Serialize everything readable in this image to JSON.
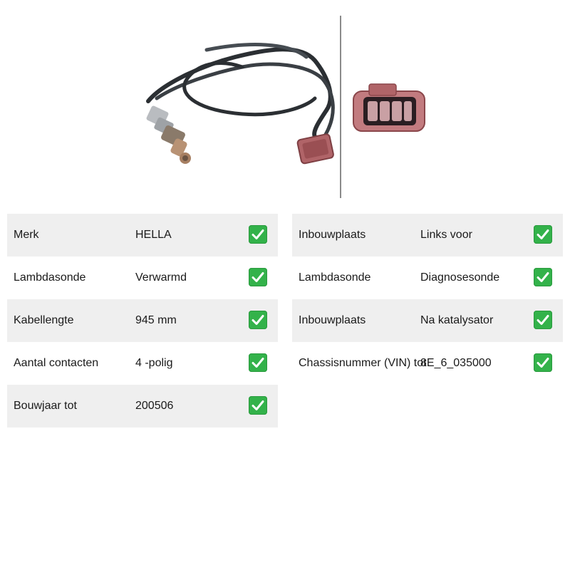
{
  "left_specs": [
    {
      "label": "Merk",
      "value": "HELLA"
    },
    {
      "label": "Lambdasonde",
      "value": "Verwarmd"
    },
    {
      "label": "Kabellengte",
      "value": "945 mm"
    },
    {
      "label": "Aantal contacten",
      "value": "4 -polig"
    },
    {
      "label": "Bouwjaar tot",
      "value": "200506"
    }
  ],
  "right_specs": [
    {
      "label": "Inbouwplaats",
      "value": "Links voor"
    },
    {
      "label": "Lambdasonde",
      "value": "Diagnosesonde"
    },
    {
      "label": "Inbouwplaats",
      "value": "Na katalysator"
    },
    {
      "label": "Chassisnummer (VIN) tot",
      "value": "8E_6_035000"
    }
  ],
  "colors": {
    "row_shade": "#efefef",
    "check_green": "#33b24a",
    "connector": "#b06468"
  },
  "icons": {
    "check": "check-mark-icon"
  }
}
